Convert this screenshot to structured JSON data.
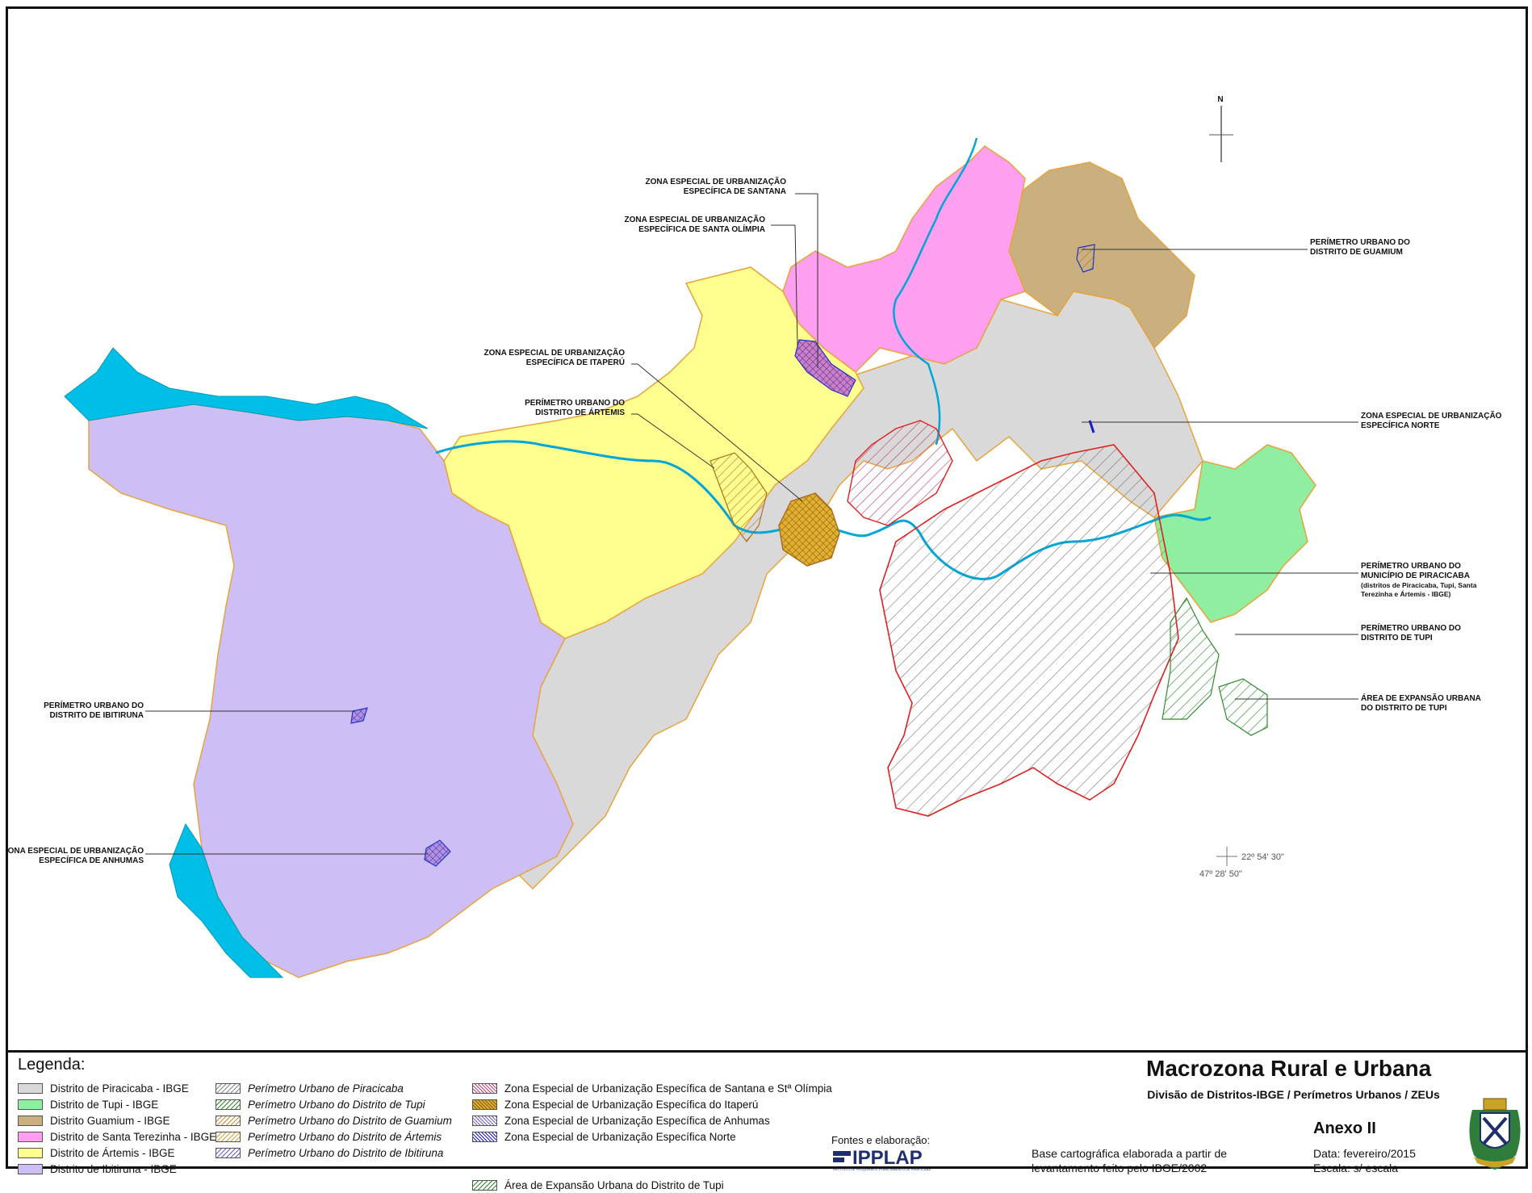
{
  "map": {
    "north_label": "N",
    "coord_lat": "22º 54' 30\"",
    "coord_lon": "47º 28' 50\"",
    "labels": {
      "santana": [
        "ZONA ESPECIAL DE URBANIZAÇÃO",
        "ESPECÍFICA DE SANTANA"
      ],
      "santa_olimpia": [
        "ZONA ESPECIAL DE URBANIZAÇÃO",
        "ESPECÍFICA DE SANTA OLÍMPIA"
      ],
      "itaperu": [
        "ZONA ESPECIAL DE URBANIZAÇÃO",
        "ESPECÍFICA DE  ITAPERÚ"
      ],
      "artemis": [
        "PERÍMETRO URBANO DO",
        "DISTRITO DE ÁRTEMIS"
      ],
      "guamium": [
        "PERÍMETRO URBANO DO",
        "DISTRITO DE GUAMIUM"
      ],
      "norte": [
        "ZONA ESPECIAL DE URBANIZAÇÃO",
        "ESPECÍFICA NORTE"
      ],
      "municipio": [
        "PERÍMETRO URBANO DO",
        "MUNICÍPIO DE PIRACICABA",
        "(distritos de Piracicaba, Tupi, Santa",
        "Terezinha e Ártemis - IBGE)"
      ],
      "tupi": [
        "PERÍMETRO URBANO DO",
        "DISTRITO DE TUPI"
      ],
      "expansao_tupi": [
        "ÁREA DE EXPANSÃO URBANA",
        "DO DISTRITO DE TUPI"
      ],
      "ibitiruna": [
        "PERÍMETRO URBANO DO",
        "DISTRITO DE IBITIRUNA"
      ],
      "anhumas": [
        "ZONA ESPECIAL DE URBANIZAÇÃO",
        "ESPECÍFICA DE   ANHUMAS"
      ]
    }
  },
  "legend": {
    "title": "Legenda:",
    "col1": [
      {
        "label": "Distrito de Piracicaba - IBGE",
        "color": "#d9d9d9"
      },
      {
        "label": "Distrito de Tupi - IBGE",
        "color": "#8fee9f"
      },
      {
        "label": "Distrito Guamium - IBGE",
        "color": "#c9b07e"
      },
      {
        "label": "Distrito de Santa Terezinha - IBGE",
        "color": "#ff9ff0"
      },
      {
        "label": "Distrito de Ártemis - IBGE",
        "color": "#ffff8f"
      },
      {
        "label": "Distrito de Ibitiruna - IBGE",
        "color": "#cdbff5"
      }
    ],
    "col2": [
      {
        "label": "Perímetro Urbano de Piracicaba",
        "color": "#888888"
      },
      {
        "label": "Perímetro Urbano do Distrito de Tupi",
        "color": "#2e8b2e"
      },
      {
        "label": "Perímetro Urbano do Distrito de Guamium",
        "color": "#c98a3a"
      },
      {
        "label": "Perímetro Urbano do Distrito de Ártemis",
        "color": "#d9a23a"
      },
      {
        "label": "Perímetro Urbano do Distrito de Ibitiruna",
        "color": "#6a5acd"
      }
    ],
    "col3": [
      {
        "label": "Zona Especial de Urbanização Específica de Santana e Stª Olímpia",
        "color": "#c0407a"
      },
      {
        "label": "Zona Especial de Urbanização Específica do Itaperú",
        "color": "#d4a020"
      },
      {
        "label": "Zona Especial de Urbanização Específica de Anhumas",
        "color": "#7060c0"
      },
      {
        "label": "Zona Especial de Urbanização Específica Norte",
        "color": "#1a1ad0"
      }
    ],
    "col3_extra": {
      "label": "Área de Expansão Urbana do Distrito de Tupi",
      "color": "#2e8b2e"
    }
  },
  "title_block": {
    "title": "Macrozona Rural e Urbana",
    "subtitle": "Divisão de Distritos-IBGE / Perímetros Urbanos / ZEUs",
    "anexo": "Anexo II",
    "fontes": "Fontes e elaboração:",
    "ipplap": "IPPLAP",
    "ipplap_sub": "INSTITUTO DE PESQUISAS E PLANEJAMENTO DE PIRACICABA",
    "base_line1": "Base cartográfica elaborada a partir de",
    "base_line2": "levantamento feito pelo IBGE/2002",
    "date": "Data: fevereiro/2015",
    "scale": "Escala: s/ escala"
  },
  "colors": {
    "piracicaba": "#d9d9d9",
    "tupi": "#8fee9f",
    "guamium": "#c9b07e",
    "santa_terezinha": "#ff9ff0",
    "artemis": "#ffff8f",
    "ibitiruna": "#cdbff5",
    "water": "#00bfe6",
    "perimeter_red": "#e02020",
    "district_border": "#e8a33c"
  }
}
